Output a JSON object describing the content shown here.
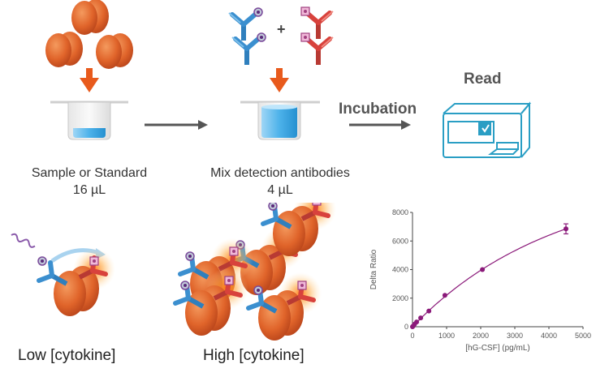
{
  "steps": {
    "step1": {
      "line1": "Sample or Standard",
      "line2": "16 µL"
    },
    "step2": {
      "line1": "Mix detection antibodies",
      "line2": "4 µL"
    },
    "plus": "+",
    "incubation": "Incubation",
    "read": "Read"
  },
  "conditions": {
    "low": "Low [cytokine]",
    "high": "High [cytokine]"
  },
  "colors": {
    "cytokine": "#e0642a",
    "arrow": "#e85a1c",
    "antibody_blue": "#3b8fcf",
    "antibody_red": "#d8423c",
    "well": "#5fb8ec",
    "reader": "#2a9ec4",
    "curve": "#8b1a7a",
    "glow": "#ffb347"
  },
  "icons": [
    "cytokine-icon",
    "antibody-donor-icon",
    "antibody-acceptor-icon",
    "well-icon",
    "plate-reader-icon",
    "light-wave-icon"
  ],
  "chart_data": {
    "type": "scatter",
    "xlabel": "[hG-CSF] (pg/mL)",
    "ylabel": "Delta Ratio",
    "xlim": [
      0,
      5000
    ],
    "ylim": [
      0,
      8000
    ],
    "xticks": [
      "0",
      "1000",
      "2000",
      "3000",
      "4000",
      "5000"
    ],
    "yticks": [
      "0",
      "2000",
      "4000",
      "6000",
      "8000"
    ],
    "grid": false,
    "fit_line": true,
    "x": [
      0,
      20,
      60,
      120,
      240,
      480,
      950,
      2050,
      4500
    ],
    "y": [
      0,
      50,
      180,
      330,
      620,
      1100,
      2200,
      4000,
      6850
    ],
    "error": [
      0,
      0,
      0,
      0,
      0,
      0,
      0,
      0,
      350
    ]
  }
}
